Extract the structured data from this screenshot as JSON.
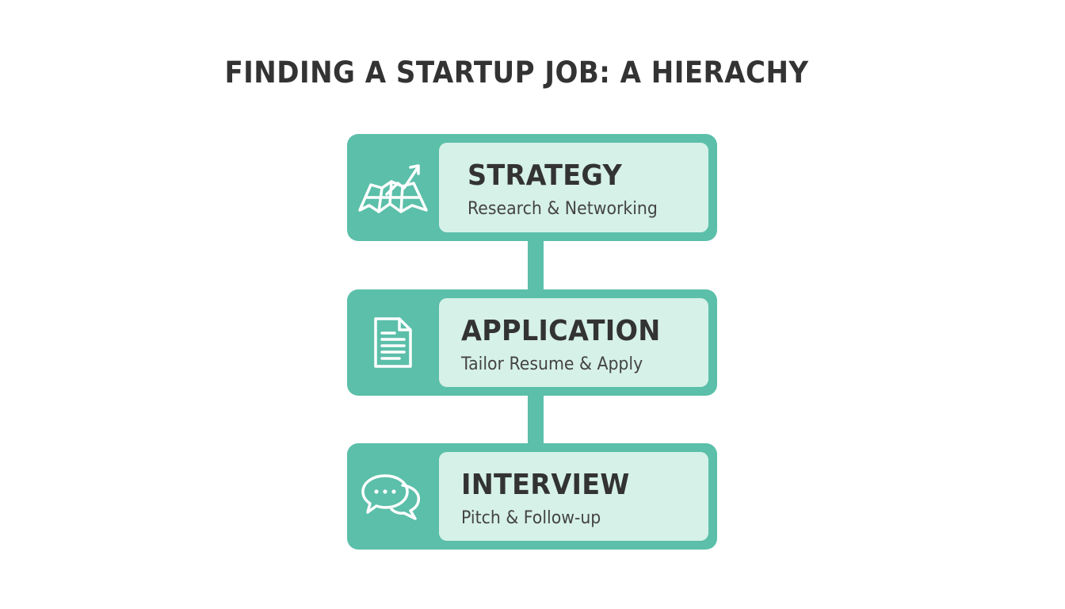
{
  "title": "FINDING A STARTUP JOB: A HIERACHY",
  "steps": [
    {
      "title": "STRATEGY",
      "subtitle": "Research & Networking",
      "icon": "map-arrow-icon"
    },
    {
      "title": "APPLICATION",
      "subtitle": "Tailor Resume & Apply",
      "icon": "document-icon"
    },
    {
      "title": "INTERVIEW",
      "subtitle": "Pitch & Follow-up",
      "icon": "chat-bubbles-icon"
    }
  ],
  "colors": {
    "accent": "#5bbfa9",
    "panel": "#d6f1e8",
    "text": "#333333"
  }
}
